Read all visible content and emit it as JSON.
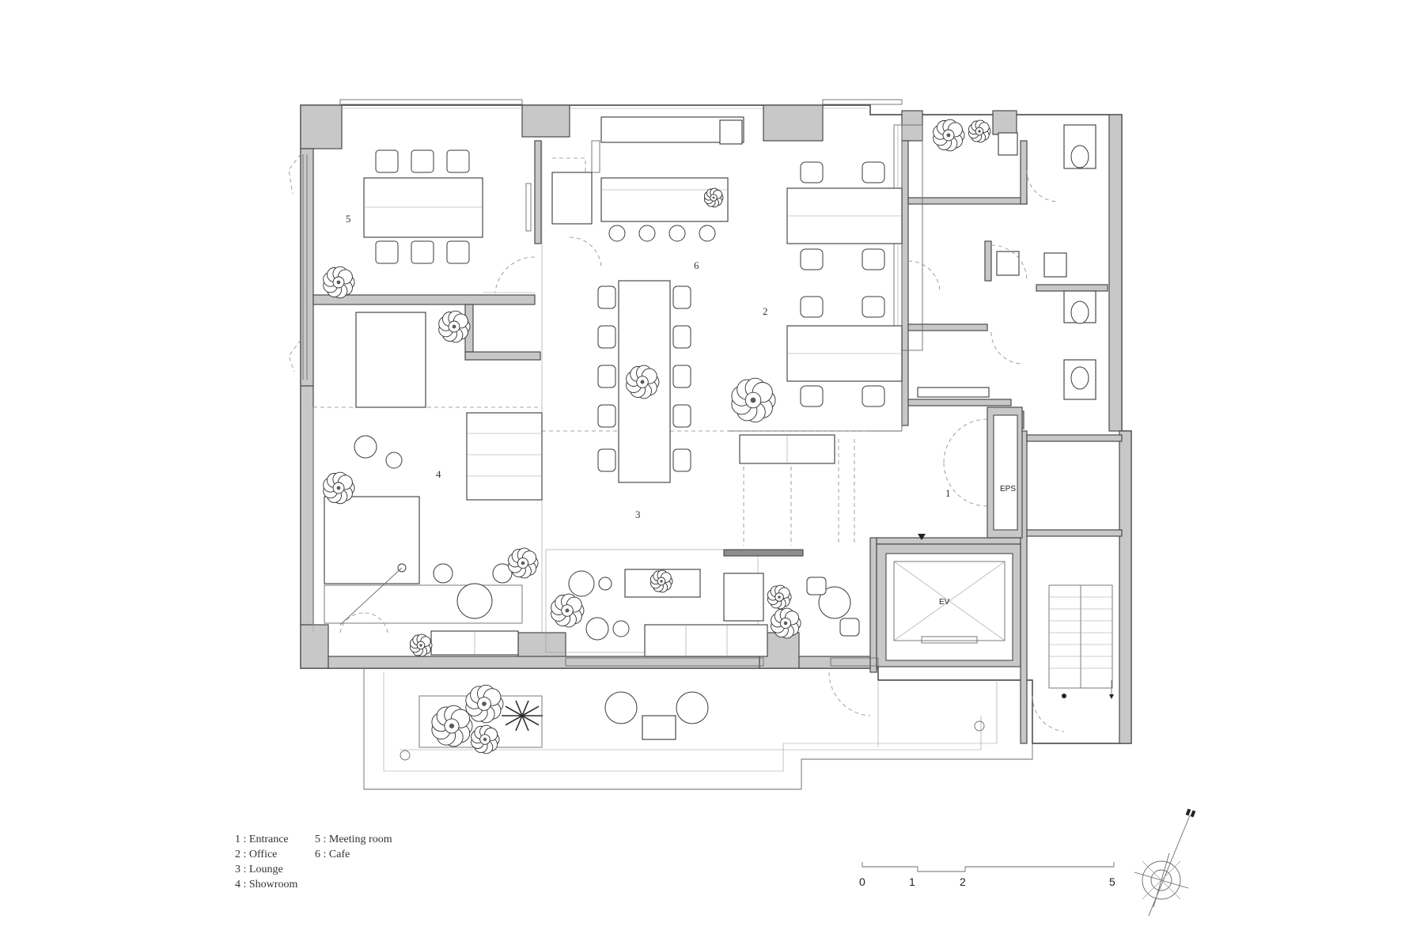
{
  "rooms": [
    {
      "num": "1"
    },
    {
      "num": "2"
    },
    {
      "num": "3"
    },
    {
      "num": "4"
    },
    {
      "num": "5"
    },
    {
      "num": "6"
    }
  ],
  "tags": {
    "eps": "EPS",
    "ev": "EV"
  },
  "legend": {
    "entrance": "1 : Entrance",
    "office": "2 : Office",
    "lounge": "3 : Lounge",
    "showroom": "4 : Showroom",
    "meeting_room": "5 : Meeting room",
    "cafe": "6 : Cafe"
  },
  "scale_bar": {
    "labels": [
      "0",
      "1",
      "2",
      "5"
    ]
  },
  "colors": {
    "wall_fill": "#c8c8c8",
    "line": "#3a3a3a"
  },
  "icons": {
    "north_arrow": "north-arrow-icon",
    "plant": "potted-plant-icon"
  }
}
